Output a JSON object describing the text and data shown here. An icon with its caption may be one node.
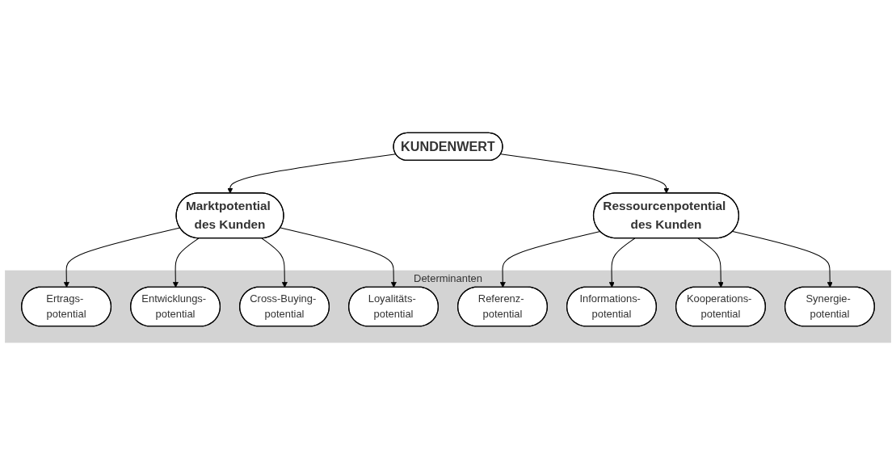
{
  "diagram": {
    "nodes": [
      {
        "text": [
          "KUNDENWERT"
        ]
      },
      {
        "text": [
          "Marktpotential des Kunden"
        ]
      },
      {
        "text": [
          "Ressourcenpotential des Kunden"
        ]
      },
      {
        "text": [
          "Determinanten"
        ]
      },
      {
        "text": [
          "Ertrags- potential"
        ],
        "in": 3
      },
      {
        "text": [
          "Loyalitäts- potential"
        ],
        "in": 3
      },
      {
        "text": [
          "Referenz- potential"
        ],
        "in": 3
      },
      {
        "text": [
          "Synergie- potential"
        ],
        "in": 3
      },
      {
        "text": [
          "Entwicklungs- potential"
        ],
        "in": 3
      },
      {
        "text": [
          "Cross-Buying- potential"
        ],
        "in": 3
      },
      {
        "text": [
          "Informations- potential"
        ],
        "in": 3
      },
      {
        "text": [
          "Kooperations- potential"
        ],
        "in": 3
      }
    ],
    "edges": [
      {
        "from": 0,
        "to": 1,
        "arrow": "to"
      },
      {
        "from": 0,
        "to": 2,
        "arrow": "to"
      },
      {
        "from": 1,
        "to": 4,
        "arrow": "to"
      },
      {
        "from": 1,
        "to": 8,
        "arrow": "to"
      },
      {
        "from": 1,
        "to": 9,
        "arrow": "to"
      },
      {
        "from": 1,
        "to": 5,
        "arrow": "to"
      },
      {
        "from": 2,
        "to": 6,
        "arrow": "to"
      },
      {
        "from": 2,
        "to": 10,
        "arrow": "to"
      },
      {
        "from": 2,
        "to": 11,
        "arrow": "to"
      },
      {
        "from": 2,
        "to": 7,
        "arrow": "to"
      }
    ]
  }
}
